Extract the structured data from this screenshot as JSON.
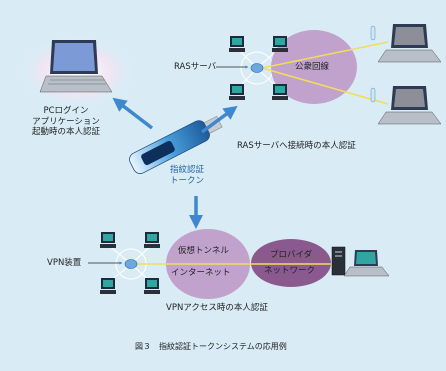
{
  "labels": {
    "pc_login": "PCログイン\nアプリケーション\n起動時の本人認証",
    "ras_server": "RASサーバ",
    "public_line": "公衆回線",
    "ras_auth": "RASサーバへ接続時の本人認証",
    "token": "指紋認証\nトークン",
    "vpn_device": "VPN装置",
    "virtual_tunnel": "仮想トンネル",
    "internet": "インターネット",
    "provider": "プロバイダ",
    "network": "ネットワーク",
    "vpn_auth": "VPNアクセス時の本人認証",
    "caption": "図３　指紋認証トークンシステムの応用例"
  },
  "colors": {
    "background": "#d9ecf6",
    "arrow": "#3f88cf",
    "purple_ellipse": "#c1a2cc",
    "dark_ellipse": "#8a5a8e",
    "line_yellow": "#f2dc5a",
    "hub": "#6aa8df"
  }
}
